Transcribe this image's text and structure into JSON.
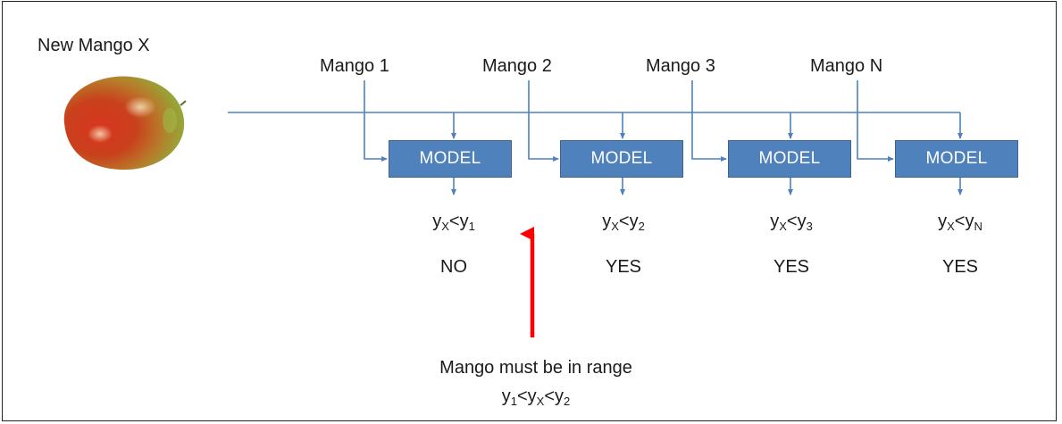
{
  "title": "New Mango X",
  "mangoes": [
    {
      "label": "Mango 1",
      "model": "MODEL",
      "comparison": {
        "lhs": "y",
        "lhs_sub": "X",
        "op": "<",
        "rhs": "y",
        "rhs_sub": "1"
      },
      "answer": "NO"
    },
    {
      "label": "Mango 2",
      "model": "MODEL",
      "comparison": {
        "lhs": "y",
        "lhs_sub": "X",
        "op": "<",
        "rhs": "y",
        "rhs_sub": "2"
      },
      "answer": "YES"
    },
    {
      "label": "Mango 3",
      "model": "MODEL",
      "comparison": {
        "lhs": "y",
        "lhs_sub": "X",
        "op": "<",
        "rhs": "y",
        "rhs_sub": "3"
      },
      "answer": "YES"
    },
    {
      "label": "Mango N",
      "model": "MODEL",
      "comparison": {
        "lhs": "y",
        "lhs_sub": "X",
        "op": "<",
        "rhs": "y",
        "rhs_sub": "N"
      },
      "answer": "YES"
    }
  ],
  "note": {
    "line1": "Mango must be in range",
    "range": {
      "a": "y",
      "a_sub": "1",
      "op1": "<",
      "b": "y",
      "b_sub": "X",
      "op2": "<",
      "c": "y",
      "c_sub": "2"
    }
  },
  "colors": {
    "flow_line": "#4f81bd",
    "model_fill": "#4f81bd",
    "highlight_arrow": "#ff0000"
  }
}
